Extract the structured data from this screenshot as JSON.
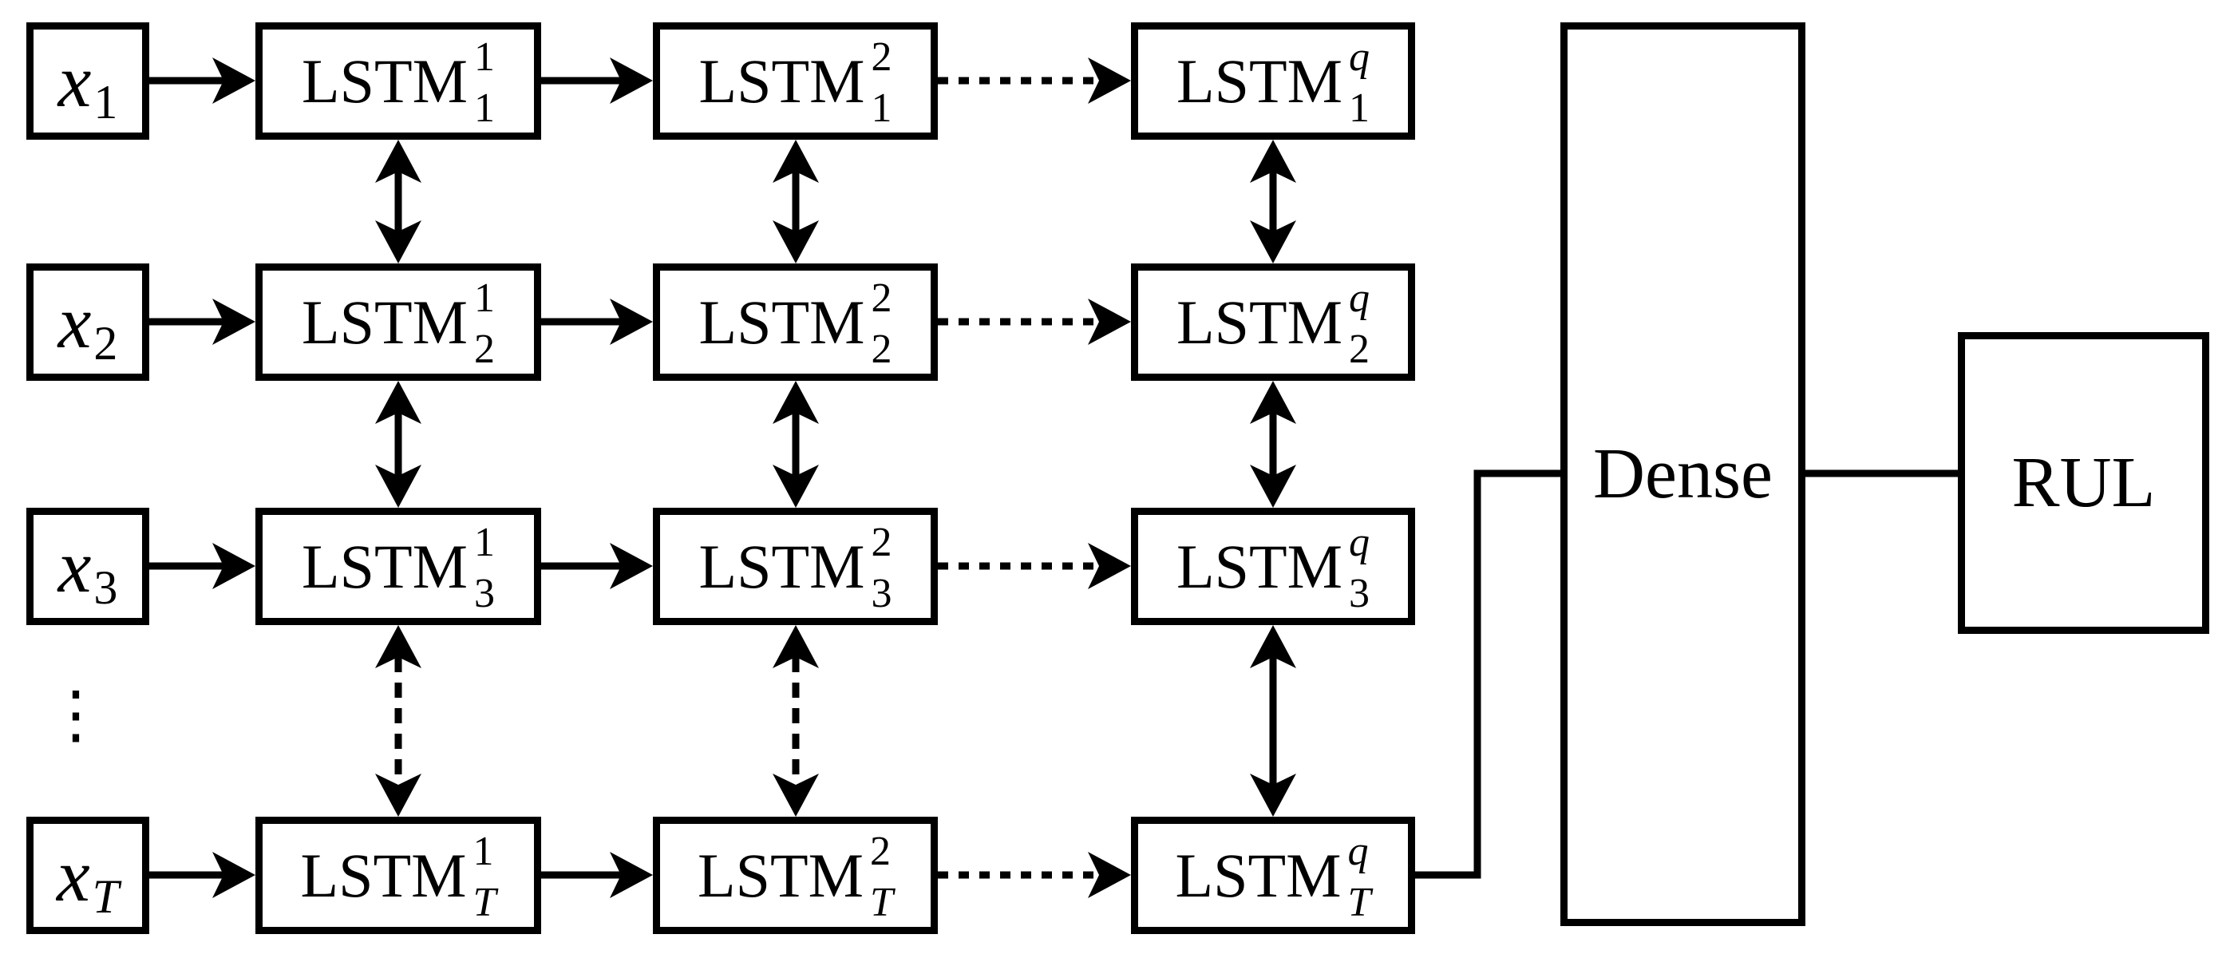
{
  "diagram": {
    "background": "#ffffff",
    "ink": "#000000",
    "inputs": [
      {
        "base": "x",
        "sub": "1"
      },
      {
        "base": "x",
        "sub": "2"
      },
      {
        "base": "x",
        "sub": "3"
      },
      {
        "base": "x",
        "sub": "T"
      }
    ],
    "ellipsis": "⋮",
    "grid": [
      [
        {
          "base": "LSTM",
          "sup": "1",
          "sub": "1"
        },
        {
          "base": "LSTM",
          "sup": "2",
          "sub": "1"
        },
        {
          "base": "LSTM",
          "sup": "q",
          "sub": "1"
        }
      ],
      [
        {
          "base": "LSTM",
          "sup": "1",
          "sub": "2"
        },
        {
          "base": "LSTM",
          "sup": "2",
          "sub": "2"
        },
        {
          "base": "LSTM",
          "sup": "q",
          "sub": "2"
        }
      ],
      [
        {
          "base": "LSTM",
          "sup": "1",
          "sub": "3"
        },
        {
          "base": "LSTM",
          "sup": "2",
          "sub": "3"
        },
        {
          "base": "LSTM",
          "sup": "q",
          "sub": "3"
        }
      ],
      [
        {
          "base": "LSTM",
          "sup": "1",
          "sub": "T"
        },
        {
          "base": "LSTM",
          "sup": "2",
          "sub": "T"
        },
        {
          "base": "LSTM",
          "sup": "q",
          "sub": "T"
        }
      ]
    ],
    "dense_label": "Dense",
    "rul_label": "RUL"
  }
}
